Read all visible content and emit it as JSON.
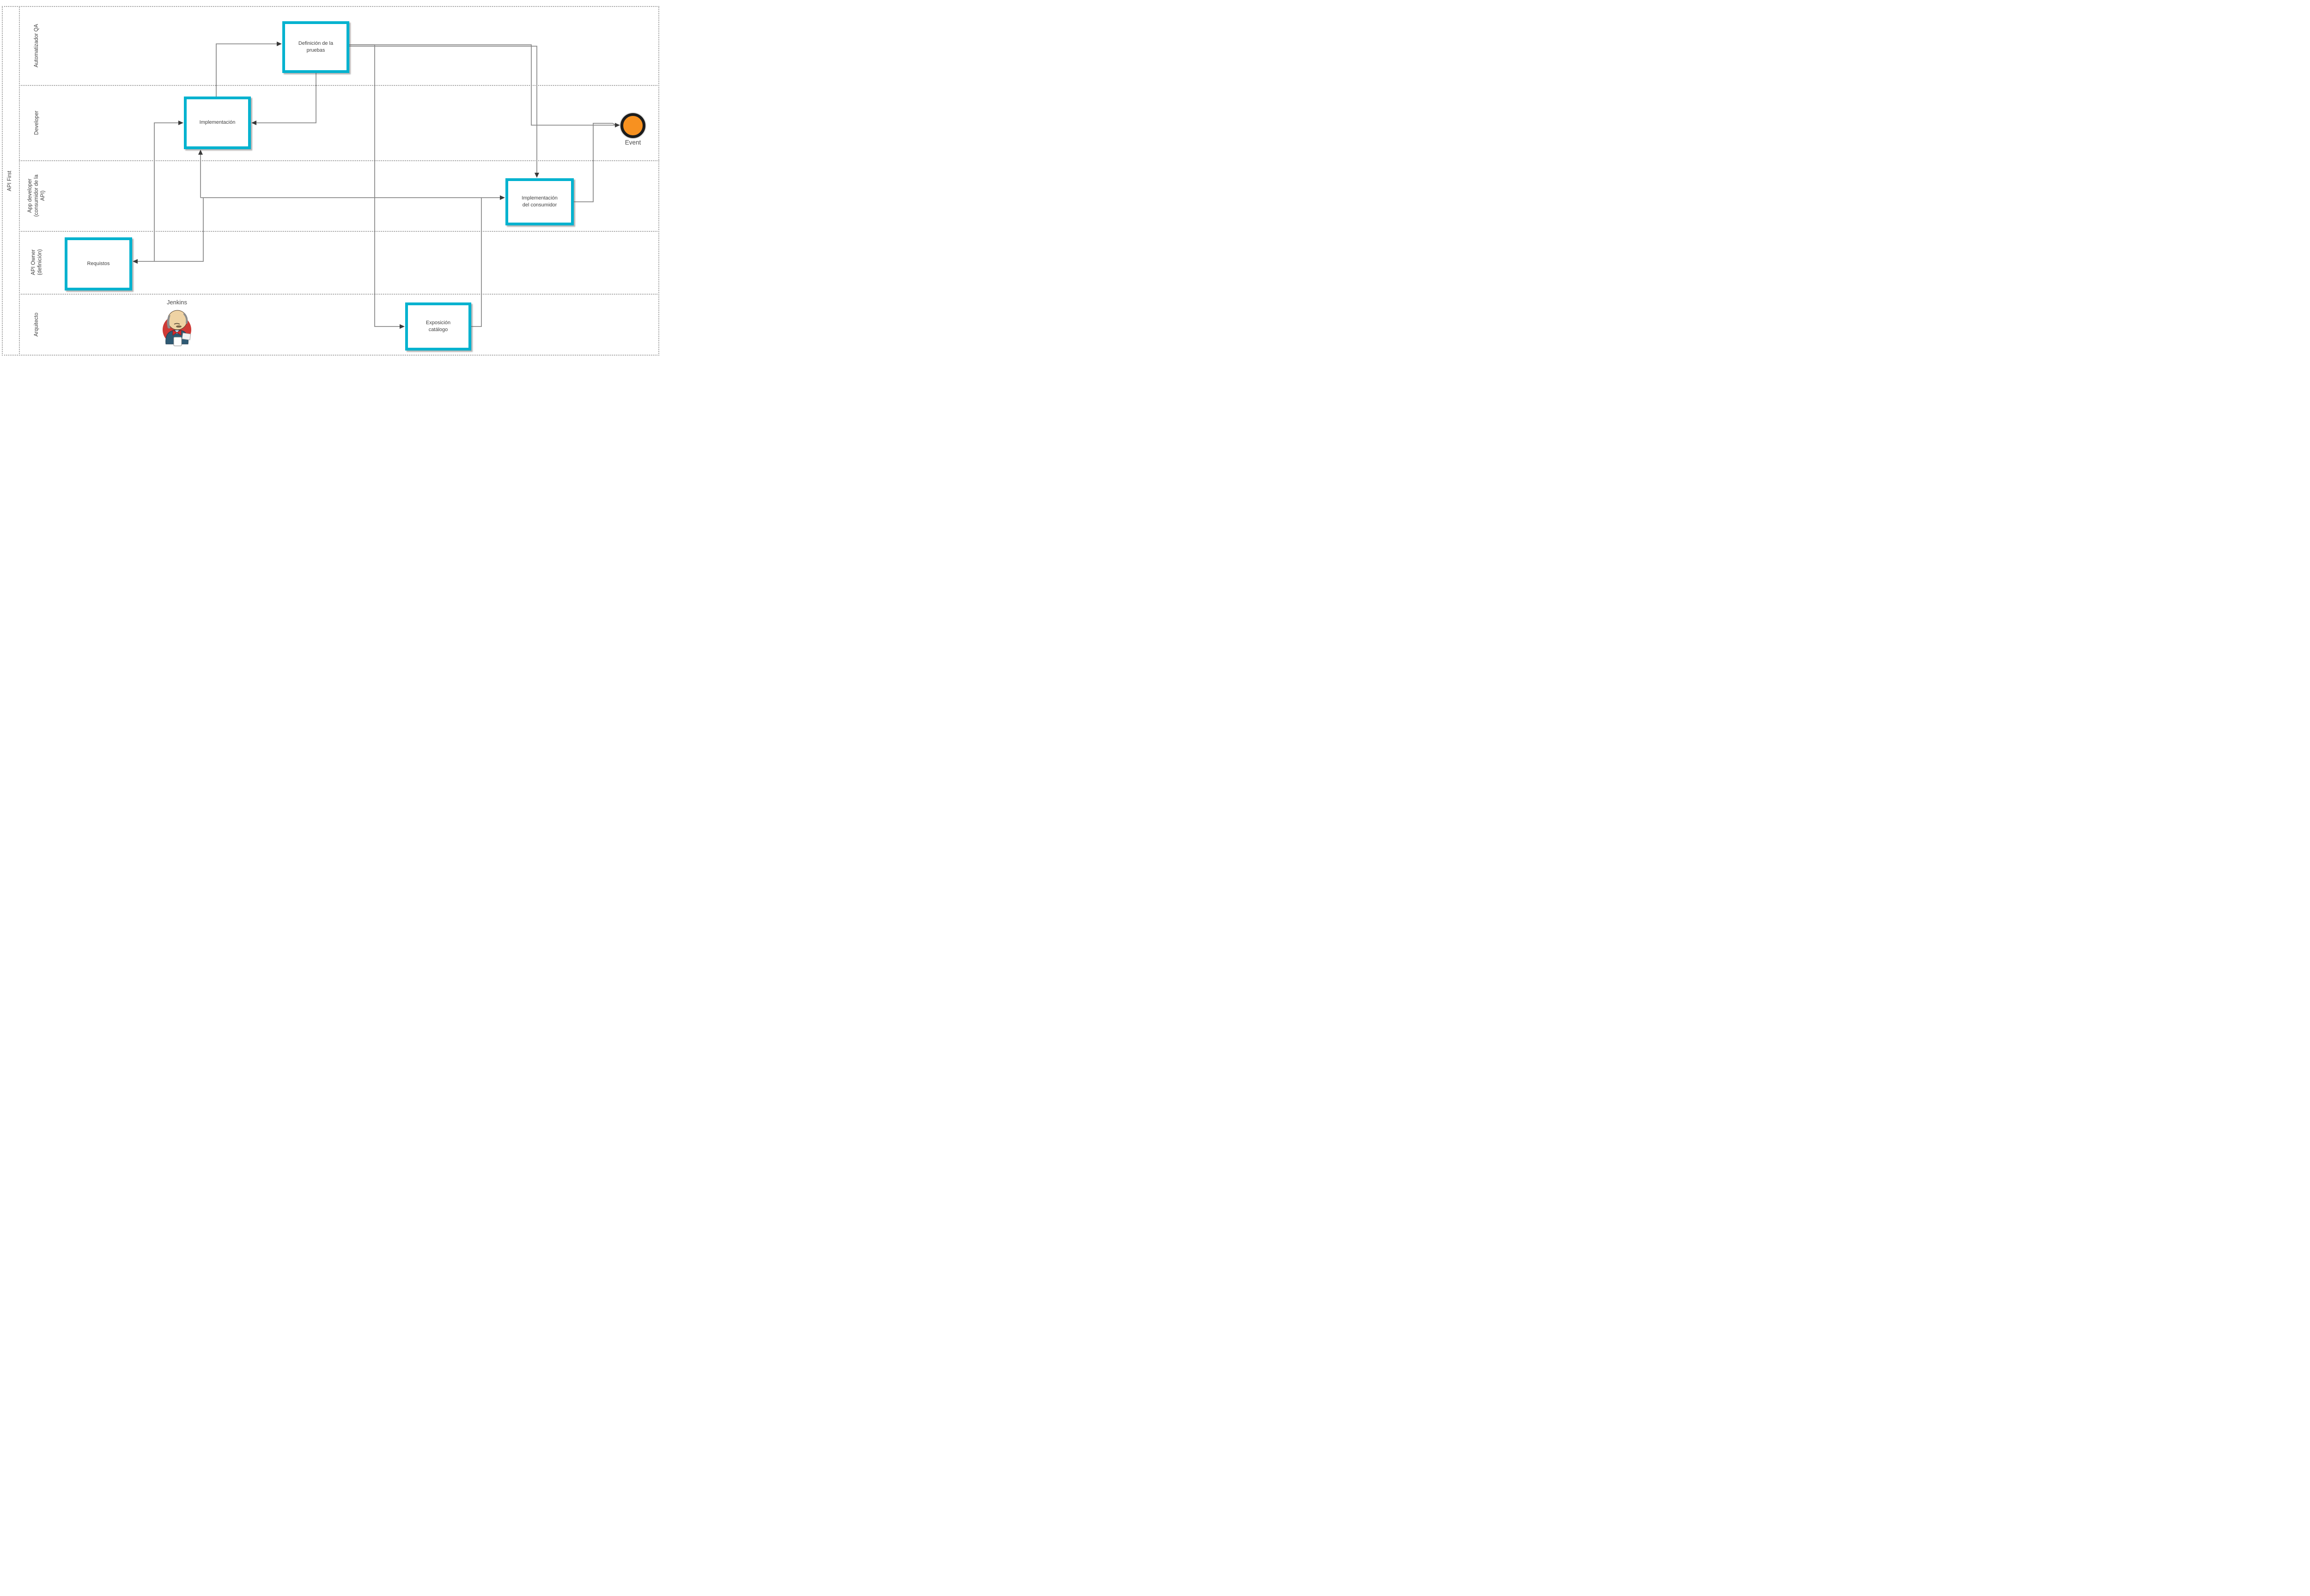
{
  "diagram": {
    "pool_label": "API First",
    "lanes": [
      {
        "label_lines": [
          "Automatizador QA"
        ]
      },
      {
        "label_lines": [
          "Developer"
        ]
      },
      {
        "label_lines": [
          "App developer",
          "(consumidor de la",
          "API)"
        ]
      },
      {
        "label_lines": [
          "API Owner",
          "(definición)"
        ]
      },
      {
        "label_lines": [
          "Arquitecto"
        ]
      }
    ],
    "tasks": [
      {
        "id": "definicion-pruebas",
        "lines": [
          "Definición de la",
          "pruebas"
        ]
      },
      {
        "id": "implementacion",
        "lines": [
          "Implementación",
          ""
        ]
      },
      {
        "id": "implementacion-consumidor",
        "lines": [
          "Implementación",
          "del consumidor"
        ]
      },
      {
        "id": "requistos",
        "lines": [
          "Requistos",
          ""
        ]
      },
      {
        "id": "exposicion-catalogo",
        "lines": [
          "Exposición",
          "catálogo"
        ]
      }
    ],
    "event_label": "Event",
    "jenkins_label": "Jenkins",
    "colors": {
      "task_border": "#00b2cf",
      "event_fill": "#f79120",
      "event_ring": "#1c1c1c",
      "flow_line": "#8a8a8a",
      "arrowhead": "#3a3a3a",
      "lane_border": "#9b9b9b",
      "text": "#3f3f3f"
    }
  }
}
